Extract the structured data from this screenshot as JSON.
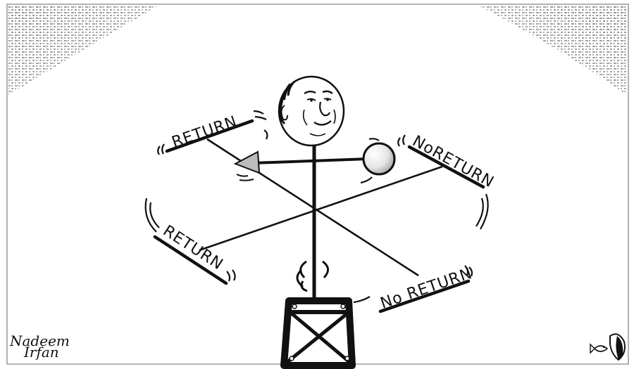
{
  "cartoon": {
    "labels": {
      "top_left": "RETURN",
      "top_right": "NoRETURN",
      "bottom_left": "RETURN",
      "bottom_right": "No RETURN"
    },
    "signature": {
      "line1": "Nadeem",
      "line2": "Irfan"
    }
  },
  "colors": {
    "ink": "#111111",
    "paper": "#ffffff",
    "frame": "#999999",
    "pointer": "#bbbbbb"
  }
}
